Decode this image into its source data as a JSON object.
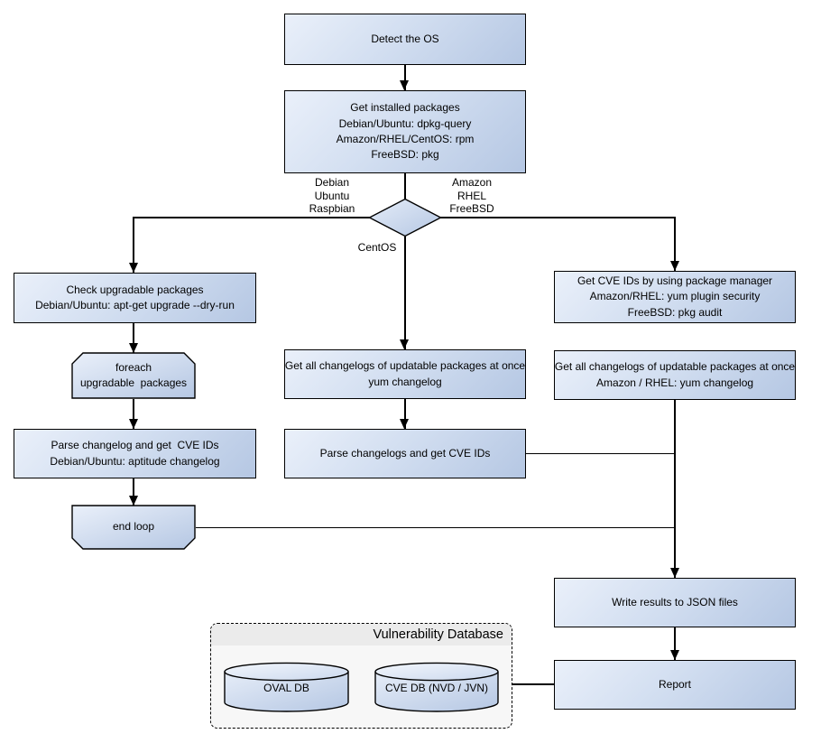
{
  "diagram": {
    "nodes": {
      "detect_os": "Detect the OS",
      "get_installed_packages": "Get installed packages\nDebian/Ubuntu: dpkg-query\nAmazon/RHEL/CentOS: rpm\nFreeBSD: pkg",
      "check_upgradable": "Check upgradable packages\nDebian/Ubuntu: apt-get upgrade --dry-run",
      "foreach_loop": "foreach\nupgradable  packages",
      "parse_changelog_debian": "Parse changelog and get  CVE IDs\nDebian/Ubuntu: aptitude changelog",
      "end_loop": "end loop",
      "get_changelogs_yum": "Get all changelogs of updatable packages at once\nyum changelog",
      "parse_changelogs": "Parse changelogs and get CVE IDs",
      "get_cve_ids_package_manager": "Get CVE IDs by using package manager\nAmazon/RHEL: yum plugin security\nFreeBSD: pkg audit",
      "get_changelogs_amazon_rhel": "Get all changelogs of updatable packages at once\nAmazon / RHEL: yum changelog",
      "write_results": "Write results to JSON files",
      "report": "Report"
    },
    "decision_labels": {
      "left": "Debian\nUbuntu\nRaspbian",
      "right": "Amazon\nRHEL\nFreeBSD",
      "bottom": "CentOS"
    },
    "database_group": {
      "title": "Vulnerability Database",
      "oval_db": "OVAL DB",
      "cve_db": "CVE DB (NVD / JVN)"
    },
    "colors": {
      "node_gradient_start": "#eaf0fa",
      "node_gradient_end": "#b5c7e3",
      "node_border": "#000000",
      "group_background": "#f7f7f7",
      "group_title_background": "#ebebeb",
      "line": "#000000"
    }
  }
}
